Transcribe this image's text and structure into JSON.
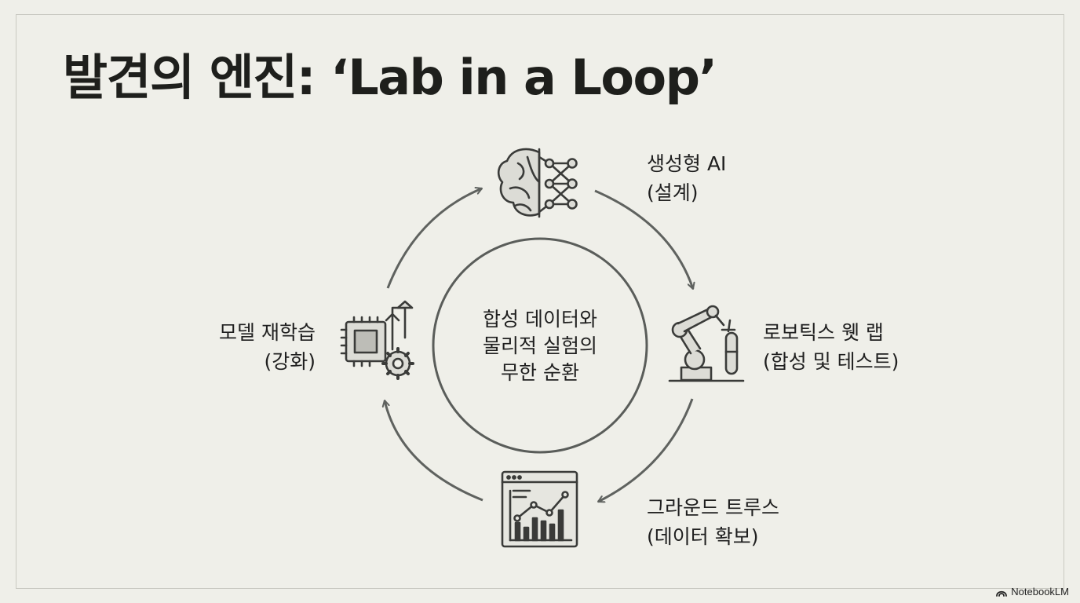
{
  "title": "발견의 엔진: ‘Lab in a Loop’",
  "center": {
    "line1": "합성 데이터와",
    "line2": "물리적 실험의",
    "line3": "무한 순환"
  },
  "nodes": {
    "design": {
      "line1": "생성형 AI",
      "line2": "(설계)",
      "icon": "brain-network-icon"
    },
    "wetlab": {
      "line1": "로보틱스 웻 랩",
      "line2": "(합성 및 테스트)",
      "icon": "robot-arm-icon"
    },
    "ground_truth": {
      "line1": "그라운드 트루스",
      "line2": "(데이터 확보)",
      "icon": "chart-dashboard-icon"
    },
    "retrain": {
      "line1": "모델 재학습",
      "line2": "(강화)",
      "icon": "chip-gear-icon"
    }
  },
  "brand": {
    "label": "NotebookLM",
    "icon": "notebooklm-icon"
  },
  "colors": {
    "background": "#efefe9",
    "ink": "#1f1f1f",
    "arrow": "#5f625f"
  }
}
